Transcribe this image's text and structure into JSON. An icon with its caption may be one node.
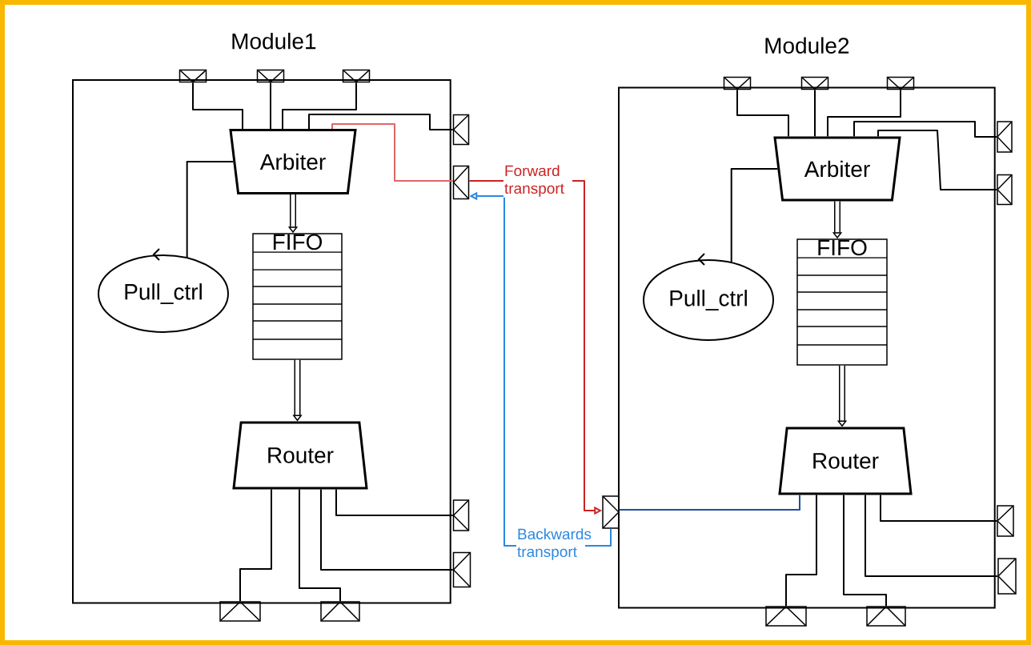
{
  "diagram": {
    "nodes": [
      {
        "text": [
          "Module1"
        ]
      },
      {
        "text": [
          "Arbiter"
        ],
        "in": 0
      },
      {
        "text": [
          "FIFO"
        ],
        "in": 0
      },
      {
        "text": [
          "Pull_ctrl"
        ],
        "in": 0
      },
      {
        "text": [
          "Router"
        ],
        "in": 0
      },
      {
        "text": [],
        "shape": "box"
      },
      {
        "text": [],
        "shape": "box"
      },
      {
        "text": [],
        "shape": "box"
      },
      {
        "text": [],
        "shape": "box"
      },
      {
        "text": [],
        "shape": "box"
      },
      {
        "text": [],
        "shape": "box"
      },
      {
        "text": [],
        "shape": "box"
      },
      {
        "text": [],
        "shape": "box"
      },
      {
        "text": [],
        "shape": "box"
      },
      {
        "text": [
          "Module2"
        ]
      },
      {
        "text": [
          "Arbiter"
        ],
        "in": 14
      },
      {
        "text": [
          "FIFO"
        ],
        "in": 14
      },
      {
        "text": [
          "Pull_ctrl"
        ],
        "in": 14
      },
      {
        "text": [
          "Router"
        ],
        "in": 14
      },
      {
        "text": [],
        "shape": "box"
      },
      {
        "text": [],
        "shape": "box"
      },
      {
        "text": [],
        "shape": "box"
      },
      {
        "text": [],
        "shape": "box"
      },
      {
        "text": [],
        "shape": "box"
      },
      {
        "text": [],
        "shape": "box"
      },
      {
        "text": [],
        "shape": "box"
      },
      {
        "text": [],
        "shape": "box"
      },
      {
        "text": [],
        "shape": "box"
      },
      {
        "text": [],
        "shape": "box"
      }
    ],
    "edges": [
      {
        "from": 5,
        "to": 1,
        "arrow": "none"
      },
      {
        "from": 6,
        "to": 1,
        "arrow": "none"
      },
      {
        "from": 7,
        "to": 1,
        "arrow": "none"
      },
      {
        "from": 8,
        "to": 1,
        "arrow": "none"
      },
      {
        "from": 1,
        "to": 9,
        "arrow": "none",
        "color": "#e06666"
      },
      {
        "from": 1,
        "to": 2,
        "arrow": "to",
        "style": "thick"
      },
      {
        "from": 3,
        "to": 1,
        "arrow": "none"
      },
      {
        "from": 2,
        "to": 4,
        "arrow": "to",
        "style": "thick"
      },
      {
        "from": 4,
        "to": 10,
        "arrow": "none"
      },
      {
        "from": 4,
        "to": 11,
        "arrow": "none"
      },
      {
        "from": 4,
        "to": 12,
        "arrow": "none"
      },
      {
        "from": 4,
        "to": 13,
        "arrow": "none"
      },
      {
        "from": 9,
        "to": 24,
        "arrow": "to",
        "color": "#cc2222",
        "label": "Forward transport"
      },
      {
        "from": 24,
        "to": 9,
        "arrow": "to",
        "color": "#2b88e0",
        "label": "Backwards transport"
      },
      {
        "from": 19,
        "to": 15,
        "arrow": "none"
      },
      {
        "from": 20,
        "to": 15,
        "arrow": "none"
      },
      {
        "from": 21,
        "to": 15,
        "arrow": "none"
      },
      {
        "from": 22,
        "to": 15,
        "arrow": "none"
      },
      {
        "from": 23,
        "to": 15,
        "arrow": "none"
      },
      {
        "from": 15,
        "to": 16,
        "arrow": "to",
        "style": "thick"
      },
      {
        "from": 17,
        "to": 15,
        "arrow": "none"
      },
      {
        "from": 16,
        "to": 18,
        "arrow": "to",
        "style": "thick"
      },
      {
        "from": 18,
        "to": 24,
        "arrow": "none",
        "color": "#1f4e9c"
      },
      {
        "from": 18,
        "to": 25,
        "arrow": "none"
      },
      {
        "from": 18,
        "to": 26,
        "arrow": "none"
      },
      {
        "from": 18,
        "to": 27,
        "arrow": "none"
      },
      {
        "from": 18,
        "to": 28,
        "arrow": "none"
      }
    ]
  }
}
